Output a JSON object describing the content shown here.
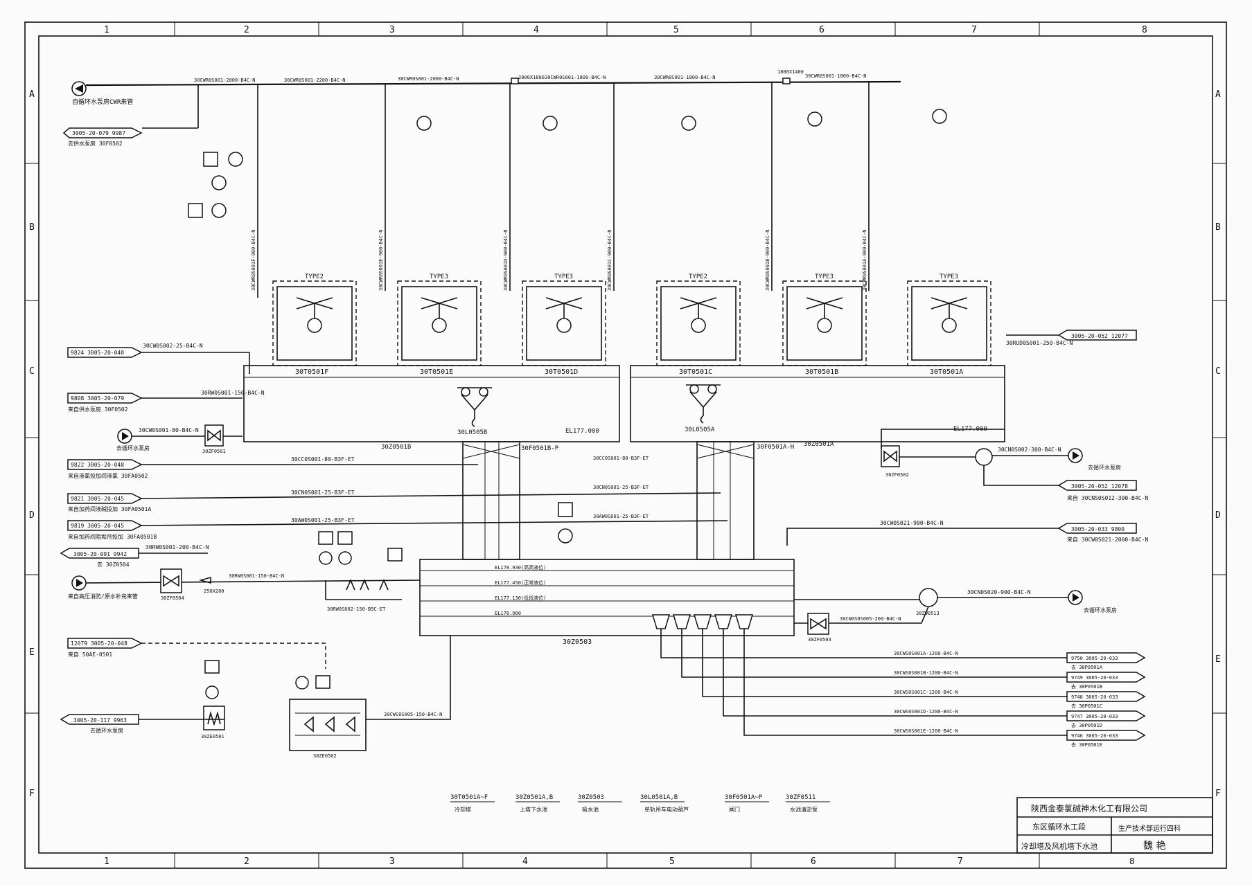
{
  "border": {
    "columns": [
      "1",
      "2",
      "3",
      "4",
      "5",
      "6",
      "7",
      "8"
    ],
    "rows": [
      "A",
      "B",
      "C",
      "D",
      "E",
      "F"
    ]
  },
  "top_header": {
    "lines": [
      "30CWR0S001-2000-B4C-N",
      "30CWR0S001-2200-B4C-N",
      "30CWR0S001-2000-B4C-N",
      "30CWR0S001-1800-B4C-N",
      "30CWR0S001-1800-B4C-N",
      "30CWR0S001-1800-B4C-N"
    ],
    "reducers": [
      "2000X1800",
      "1800X1400"
    ],
    "inlet_label": "自循环水泵房CWR来管"
  },
  "offsheet": {
    "a_left": {
      "ref": "3005-20-079  9987",
      "desc": "去供水泵房 30F0502"
    },
    "c_left1": {
      "ref": "9824  3005-20-048",
      "line": "30CW0S002-25-B4C-N"
    },
    "c_left2": {
      "ref": "9808  3005-20-079",
      "desc": "来自供水泵房 30F0502",
      "line": "30RW0S001-150-B4C-N"
    },
    "c_left3": {
      "desc": "去循环水泵房",
      "line": "30CW0S001-80-B4C-N"
    },
    "d_left1": {
      "ref": "9822  3005-20-048",
      "desc": "来自液氯投加间液氯 30FA0502",
      "line": "30CC0S001-80-B3F-ET"
    },
    "d_left2": {
      "ref": "9821  3005-20-045",
      "desc": "来自加药间液碱投加 30FA0501A",
      "line": "30CN0S001-25-B3F-ET"
    },
    "d_left3": {
      "ref": "9819  3005-20-045",
      "desc": "来自加药间阻垢剂投加 30FA0501B",
      "line": "30AW0S001-25-B3F-ET"
    },
    "d_left4": {
      "ref": "3005-20-091  9942",
      "desc": "去 30Z0504",
      "line": "30RW0S001-200-B4C-N"
    },
    "e_left1": {
      "desc": "来自高压消防/原水补充来管"
    },
    "e_left2": {
      "ref": "12079  3005-20-048",
      "desc": "来自 50AE-0501"
    },
    "f_left1": {
      "ref": "3005-20-117  9963",
      "desc": "去循环水泵房"
    },
    "c_right1": {
      "ref": "3005-20-052  12077",
      "line": "30RUD0S001-250-B4C-N"
    },
    "d_right1": {
      "desc": "去循环水泵房",
      "line": "30CN0S002-300-B4C-N"
    },
    "d_right2": {
      "ref": "3005-20-052  12078",
      "desc": "来自 30CNS0S012-300-B4C-N"
    },
    "d_right3": {
      "ref": "3005-20-033  9800",
      "desc": "来自 30CW0S021-2000-B4C-N",
      "line": "30CW0S021-900-B4C-N"
    },
    "e_right1": {
      "desc": "去循环水泵房",
      "line": "30CN0S020-900-B4C-N"
    }
  },
  "fan_cells": [
    {
      "type": "TYPE2",
      "tag": "30T0501F"
    },
    {
      "type": "TYPE3",
      "tag": "30T0501E"
    },
    {
      "type": "TYPE3",
      "tag": "30T0501D"
    },
    {
      "type": "TYPE2",
      "tag": "30T0501C"
    },
    {
      "type": "TYPE3",
      "tag": "30T0501B"
    },
    {
      "type": "TYPE3",
      "tag": "30T0501A"
    }
  ],
  "riser_lines": [
    "30CWR0S001F-900-B4C-N",
    "30CWR0S001E-900-B4C-N",
    "30CWR0S001D-900-B4C-N",
    "30CWR0S001C-900-B4C-N",
    "30CWR0S001B-900-B4C-N",
    "30CWR0S001A-900-B4C-N"
  ],
  "basins": {
    "left": "30Z0501B",
    "right": "30Z0501A",
    "hoist_left": "30L0505B",
    "hoist_right": "30L0505A",
    "el_left": "EL177.000",
    "el_right": "EL177.000",
    "weir_left": "30F0501B-P",
    "weir_right": "30F0501A-H"
  },
  "lower_pool": {
    "tag": "30Z0503",
    "levels": [
      "EL178.930(高高液位)",
      "EL177.450(正常液位)",
      "EL177.130(低低液位)",
      "EL176.900"
    ]
  },
  "chem_lines": [
    "30CC0S001-80-B3F-ET",
    "30CN0S001-25-B3F-ET",
    "30AW0S001-25-B3F-ET"
  ],
  "outlets": [
    {
      "line": "30CWS0S001A-1200-B4C-N",
      "ref": "9750  3005-20-033",
      "desc": "去 30P0501A"
    },
    {
      "line": "30CWS0S001B-1200-B4C-N",
      "ref": "9749  3005-20-033",
      "desc": "去 30P0501B"
    },
    {
      "line": "30CWS0S001C-1200-B4C-N",
      "ref": "9748  3005-20-033",
      "desc": "去 30P0501C"
    },
    {
      "line": "30CWS0S001D-1200-B4C-N",
      "ref": "9747  3005-20-033",
      "desc": "去 30P0501D"
    },
    {
      "line": "30CWS0S001E-1200-B4C-N",
      "ref": "9746  3005-20-033",
      "desc": "去 30P0501E"
    }
  ],
  "equipment_tags": {
    "valve1": "30ZF0501",
    "valve2": "30ZF0504",
    "valve3": "30ZF0503",
    "valve4": "30ZF0502",
    "pump1": "30ZW0513",
    "heater": "30ZE0501",
    "filter": "30ZE0502",
    "strainer_line": "30RW0S001-150-B4C-N",
    "sump_line": "30CN0S0S005-200-B4C-N",
    "bottom_line": "30CWS0S005-150-B4C-N",
    "reducer": "250X200",
    "drain_line": "30RW0S002-150-B5C-ET"
  },
  "legend": [
    {
      "tag": "30T0501A~F",
      "desc": "冷却塔"
    },
    {
      "tag": "30Z0501A,B",
      "desc": "上塔下水池"
    },
    {
      "tag": "30Z0503",
      "desc": "吸水池"
    },
    {
      "tag": "30L0501A,B",
      "desc": "单轨吊车电动葫芦"
    },
    {
      "tag": "30F0501A~P",
      "desc": "闸门"
    },
    {
      "tag": "30ZF0511",
      "desc": "水池清淤泵"
    }
  ],
  "title_block": {
    "company": "陕西金泰氯碱神木化工有限公司",
    "plant": "东区循环水工段",
    "drawing": "冷却塔及风机塔下水池",
    "dept": "生产技术部运行四科",
    "signature": "魏 艳",
    "sheet": "8"
  }
}
